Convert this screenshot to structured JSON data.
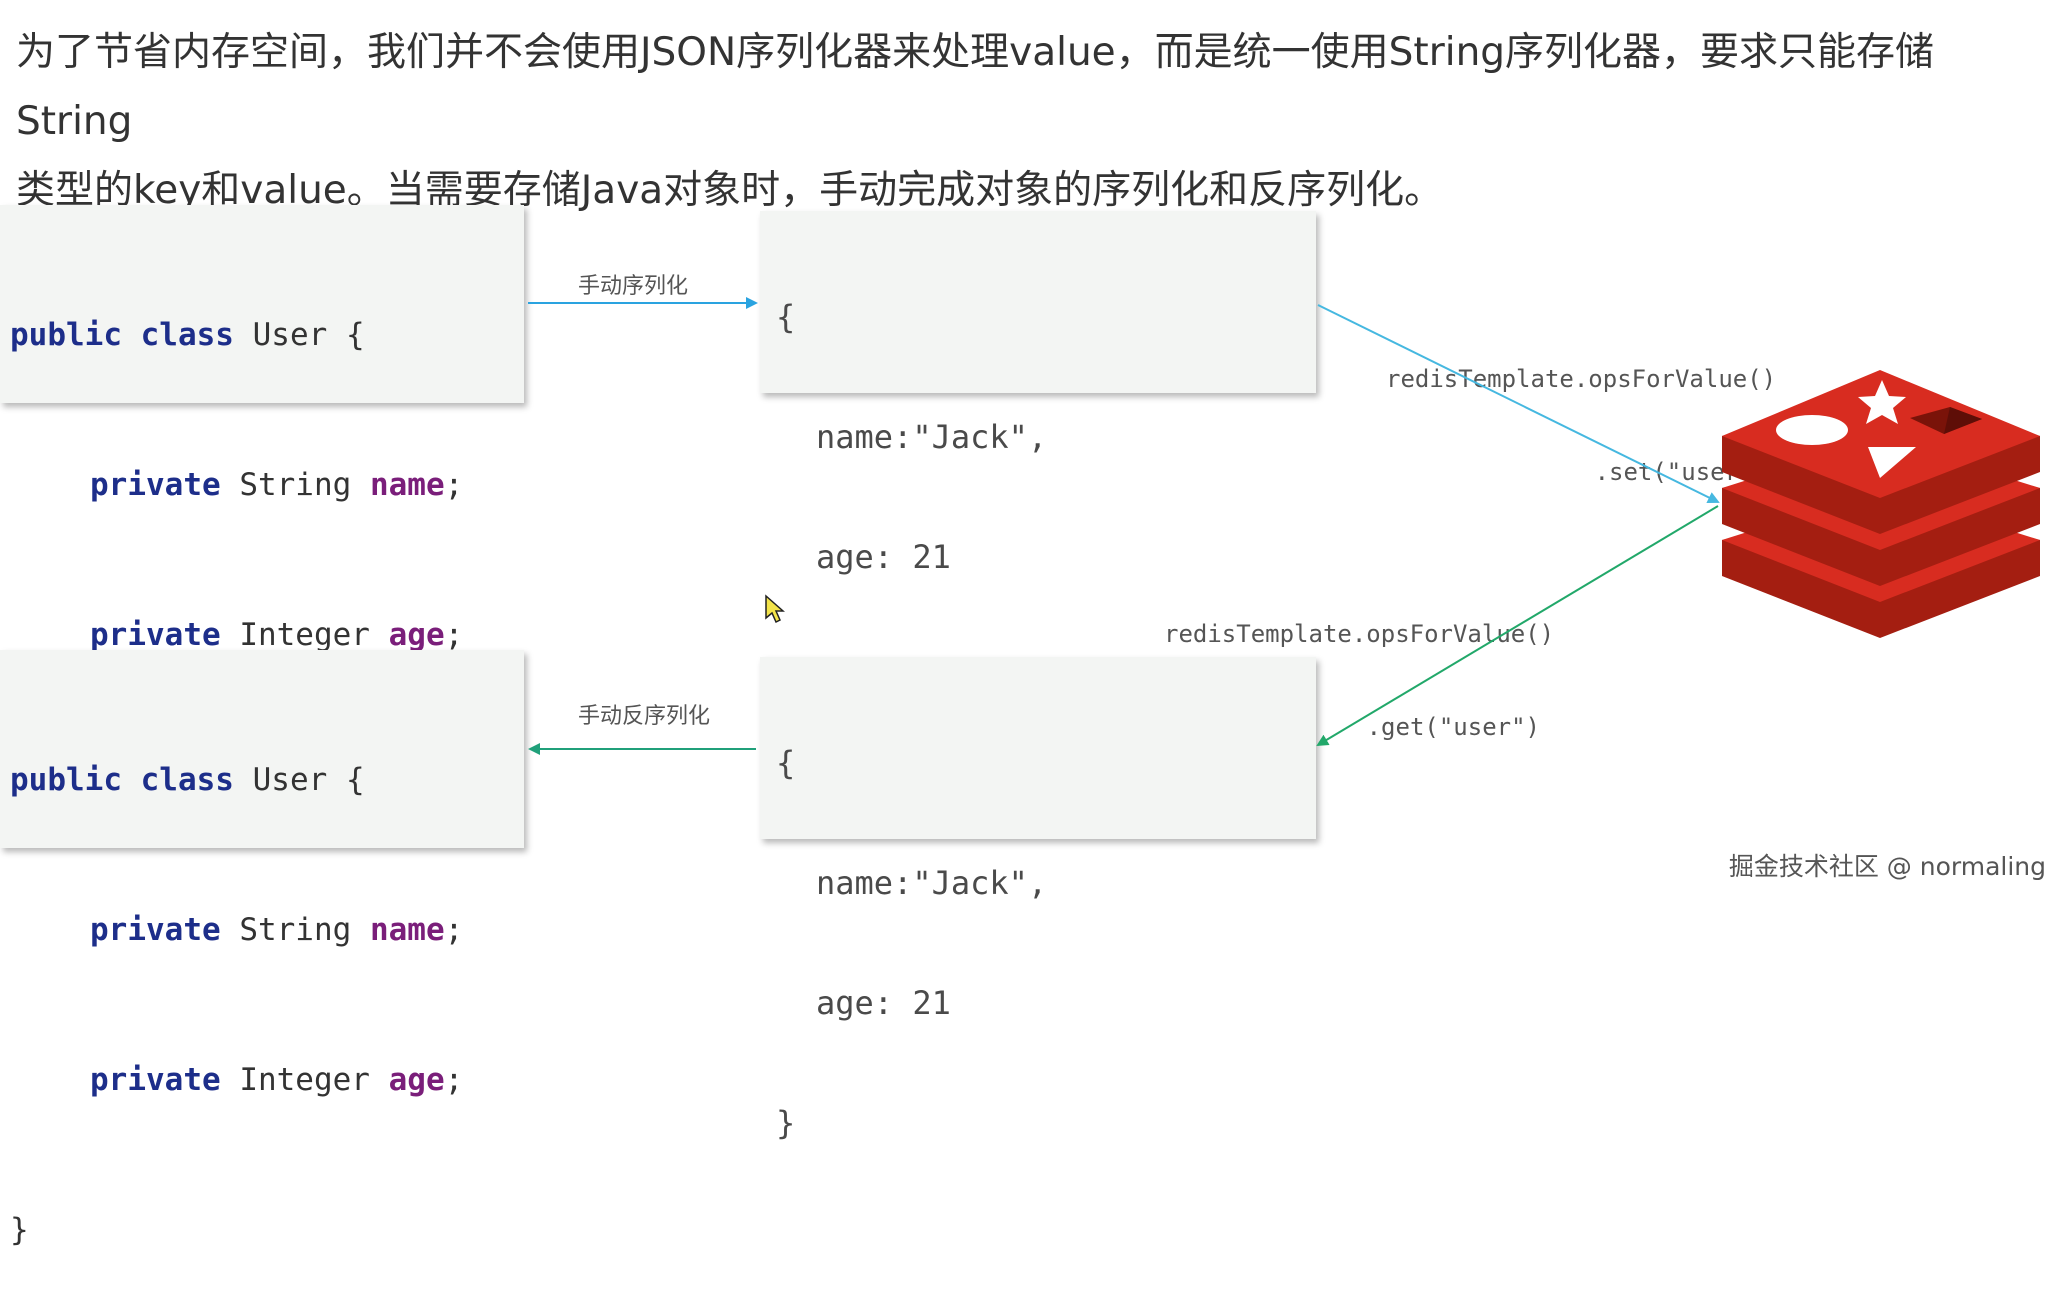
{
  "intro": {
    "line1": "为了节省内存空间，我们并不会使用JSON序列化器来处理value，而是统一使用String序列化器，要求只能存储String",
    "line2": "类型的key和value。当需要存储Java对象时，手动完成对象的序列化和反序列化。"
  },
  "class_code": {
    "l1_kw": "public class",
    "l1_rest": " User {",
    "l2_kw": "private",
    "l2_type": " String ",
    "l2_field": "name",
    "l2_end": ";",
    "l3_kw": "private",
    "l3_type": " Integer ",
    "l3_field": "age",
    "l3_end": ";",
    "l4": "}"
  },
  "json_code": {
    "open": "{",
    "name_line": "name:\"Jack\",",
    "age_line": "age: 21",
    "close": "}"
  },
  "labels": {
    "serialize": "手动序列化",
    "deserialize": "手动反序列化",
    "set_line1": "redisTemplate.opsForValue()",
    "set_line2": ".set(\"user\", jsonStr)",
    "get_line1": "redisTemplate.opsForValue()",
    "get_line2": ".get(\"user\")"
  },
  "watermark": "掘金技术社区 @ normaling",
  "colors": {
    "serialize_arrow": "#2aa3e0",
    "set_arrow": "#46b8e0",
    "get_arrow": "#22a86a",
    "deserialize_arrow": "#20a07a",
    "redis_red": "#d82c20",
    "redis_dark": "#a41e11"
  },
  "icons": {
    "redis": "redis-logo-icon",
    "cursor": "mouse-cursor-icon"
  }
}
